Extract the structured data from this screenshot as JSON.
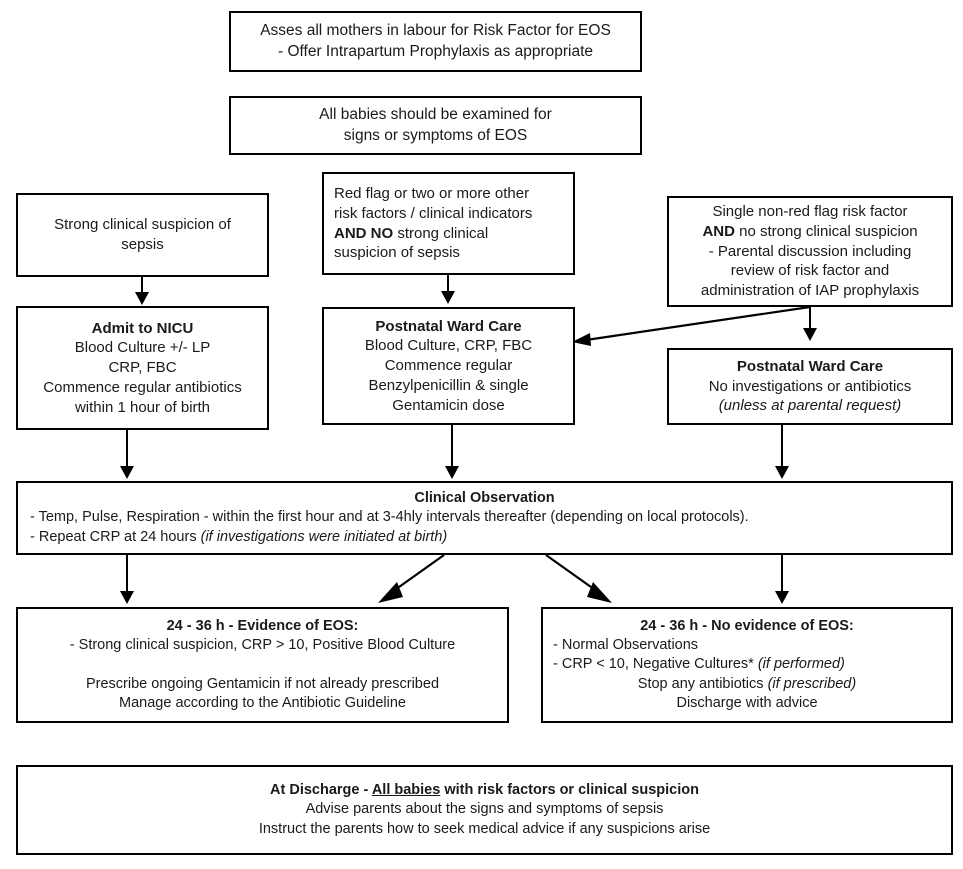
{
  "title": "Early Onset Sepsis (EOS) management flowchart",
  "theme": {
    "line_color": "#000000",
    "box_border": "#000000",
    "background": "#ffffff",
    "text_color": "#1a1a1a"
  },
  "nodes": {
    "assess_mothers": {
      "name": "assess-mothers-box",
      "lines": [
        "Asses all mothers in labour for Risk Factor for EOS",
        "-  Offer  Intrapartum Prophylaxis as appropriate"
      ]
    },
    "examine_babies": {
      "name": "examine-babies-box",
      "lines": [
        "All babies should be examined for",
        "signs or symptoms of EOS"
      ]
    },
    "strong_suspicion": {
      "name": "strong-clinical-suspicion-box",
      "lines": [
        "Strong clinical suspicion of",
        "sepsis"
      ]
    },
    "red_flag": {
      "name": "red-flag-risk-factors-box",
      "lines": [
        "Red flag or two or  more other",
        "risk factors / clinical indicators",
        "AND NO  strong clinical",
        "suspicion of sepsis"
      ],
      "bold_prefix": "AND NO",
      "bold_rest": "  strong clinical"
    },
    "single_non_red_flag": {
      "name": "single-non-red-flag-box",
      "lines": [
        "Single non-red flag risk factor",
        "AND no strong clinical suspicion",
        "- Parental discussion including",
        "review of risk factor and",
        "administration of  IAP prophylaxis"
      ],
      "bold_word": "AND",
      "bold_rest": " no strong clinical suspicion"
    },
    "admit_nicu": {
      "name": "admit-to-nicu-box",
      "heading": "Admit to NICU",
      "lines": [
        "Blood Culture +/- LP",
        "CRP, FBC",
        "Commence regular antibiotics",
        "within 1 hour of birth"
      ]
    },
    "postnatal_ward_care_abx": {
      "name": "postnatal-ward-care-antibiotics-box",
      "heading": "Postnatal Ward Care",
      "lines": [
        "Blood Culture, CRP, FBC",
        "Commence regular",
        "Benzylpenicillin & single",
        "Gentamicin dose"
      ]
    },
    "postnatal_ward_care_no_abx": {
      "name": "postnatal-ward-care-no-investigations-box",
      "heading": "Postnatal Ward Care",
      "lines": [
        "No investigations or antibiotics"
      ],
      "italic_line": "(unless at parental request)"
    },
    "clinical_observation": {
      "name": "clinical-observation-box",
      "heading": "Clinical Observation",
      "line1": "- Temp, Pulse, Respiration - within the first hour and at 3-4hly intervals thereafter (depending on local protocols).",
      "line2_plain": "-  Repeat CRP at 24 hours ",
      "line2_italic": "(if investigations were initiated at birth)"
    },
    "evidence_eos": {
      "name": "evidence-of-eos-box",
      "heading": "24 - 36 h - Evidence of EOS:",
      "lines": [
        "- Strong clinical suspicion, CRP > 10, Positive Blood Culture",
        "",
        "Prescribe ongoing Gentamicin if not already prescribed",
        "Manage according to the Antibiotic Guideline"
      ]
    },
    "no_evidence_eos": {
      "name": "no-evidence-of-eos-box",
      "heading": "24 - 36 h - No evidence of EOS:",
      "line1": "- Normal Observations",
      "line2_plain": "- CRP < 10, Negative Cultures* ",
      "line2_italic": "(if performed)",
      "line3_plain": "Stop any antibiotics ",
      "line3_italic": "(if prescribed)",
      "line4": "Discharge with advice"
    },
    "at_discharge": {
      "name": "at-discharge-box",
      "heading_pre": "At Discharge - ",
      "heading_underline": "All babies",
      "heading_post": " with risk factors or clinical suspicion",
      "lines": [
        "Advise parents about the signs and symptoms of sepsis",
        "Instruct the parents how to seek medical advice if any suspicions arise"
      ]
    }
  },
  "connectors": [
    {
      "name": "arrow-strong-suspicion-to-nicu",
      "type": "vertical-arrow"
    },
    {
      "name": "arrow-red-flag-to-postnatal-abx",
      "type": "vertical-arrow"
    },
    {
      "name": "arrow-single-flag-to-postnatal-no-abx",
      "type": "vertical-arrow"
    },
    {
      "name": "arrow-single-flag-to-postnatal-abx",
      "type": "diagonal-arrow-left"
    },
    {
      "name": "arrow-nicu-to-clinical-observation",
      "type": "vertical-arrow"
    },
    {
      "name": "arrow-postnatal-abx-to-clinical-observation",
      "type": "vertical-arrow"
    },
    {
      "name": "arrow-postnatal-no-abx-to-clinical-observation",
      "type": "vertical-arrow"
    },
    {
      "name": "arrow-observation-to-evidence-left",
      "type": "vertical-arrow"
    },
    {
      "name": "arrow-observation-to-evidence-diagonal",
      "type": "diagonal-arrow-left"
    },
    {
      "name": "arrow-observation-to-no-evidence-diagonal",
      "type": "diagonal-arrow-right"
    },
    {
      "name": "arrow-observation-to-no-evidence-right",
      "type": "vertical-arrow"
    }
  ]
}
